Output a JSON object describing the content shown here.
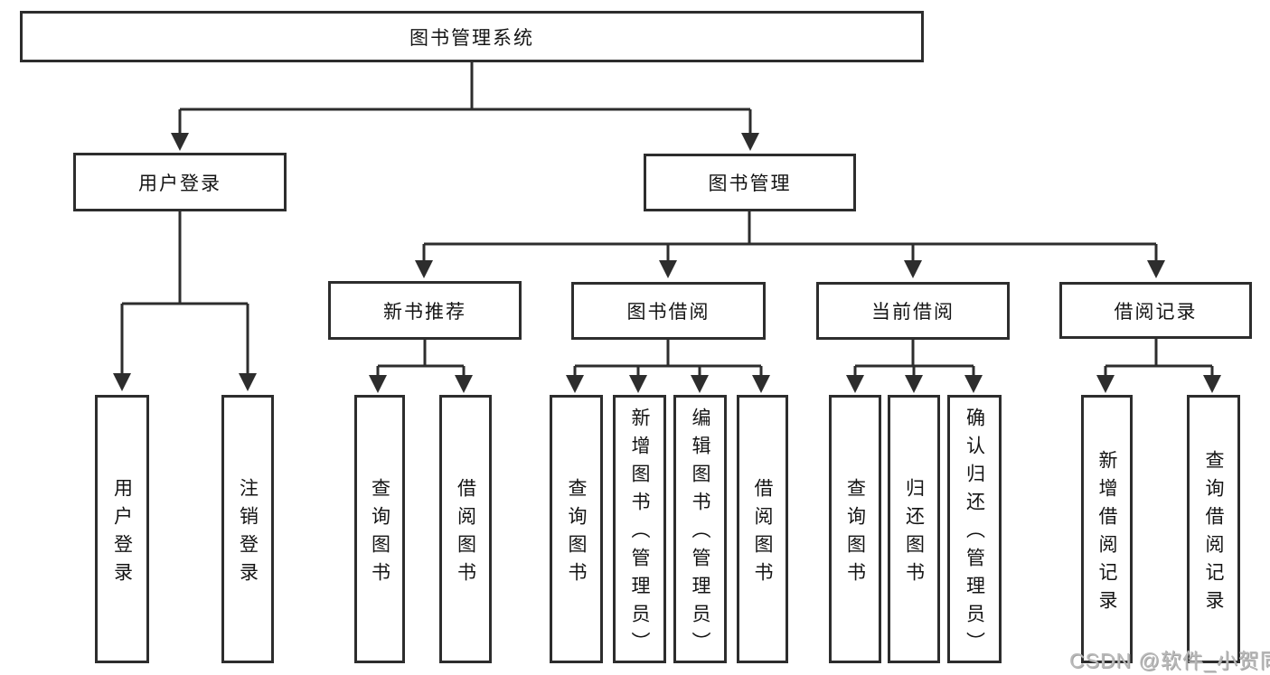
{
  "tree": {
    "root": {
      "label": "图书管理系统"
    },
    "branches": [
      {
        "label": "用户登录",
        "leaves": [
          "用户登录",
          "注销登录"
        ]
      },
      {
        "label": "图书管理",
        "groups": [
          {
            "label": "新书推荐",
            "leaves": [
              "查询图书",
              "借阅图书"
            ]
          },
          {
            "label": "图书借阅",
            "leaves": [
              "查询图书",
              "新增图书（管理员）",
              "编辑图书（管理员）",
              "借阅图书"
            ]
          },
          {
            "label": "当前借阅",
            "leaves": [
              "查询图书",
              "归还图书",
              "确认归还（管理员）"
            ]
          },
          {
            "label": "借阅记录",
            "leaves": [
              "新增借阅记录",
              "查询借阅记录"
            ]
          }
        ]
      }
    ]
  },
  "watermark": {
    "text": "CSDN @软件_小贺同学"
  },
  "colors": {
    "line": "#2d2d2d",
    "box_border": "#2d2d2d",
    "box_fill": "#ffffff",
    "text": "#141414",
    "background": "#ffffff",
    "watermark": "#b9b9b9"
  }
}
